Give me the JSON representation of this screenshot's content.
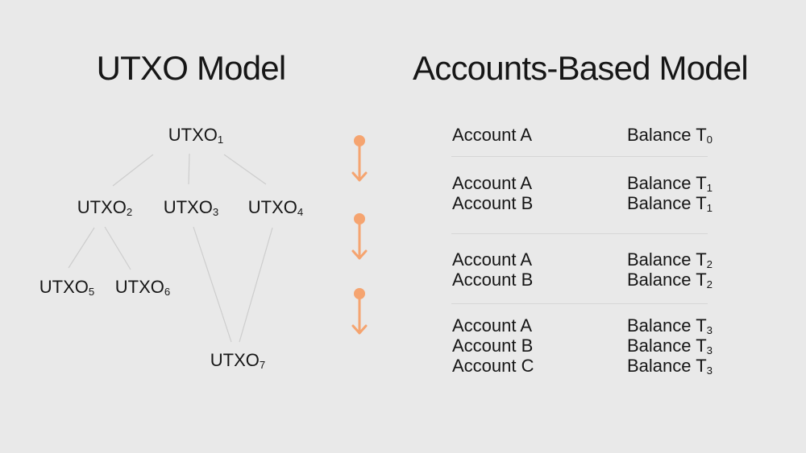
{
  "colors": {
    "background": "#E9E9E9",
    "text": "#161616",
    "tree_line": "#CDCDCD",
    "divider": "#D6D6D6",
    "accent_orange": "#F5A470"
  },
  "left_panel": {
    "title": "UTXO Model",
    "nodes": [
      {
        "base": "UTXO",
        "sub": "1"
      },
      {
        "base": "UTXO",
        "sub": "2"
      },
      {
        "base": "UTXO",
        "sub": "3"
      },
      {
        "base": "UTXO",
        "sub": "4"
      },
      {
        "base": "UTXO",
        "sub": "5"
      },
      {
        "base": "UTXO",
        "sub": "6"
      },
      {
        "base": "UTXO",
        "sub": "7"
      }
    ]
  },
  "timeline": {
    "icon": "arrow-down",
    "count": 3
  },
  "right_panel": {
    "title": "Accounts-Based Model",
    "groups": [
      {
        "rows": [
          {
            "account": "Account A",
            "balance_base": "Balance T",
            "balance_sub": "0"
          }
        ]
      },
      {
        "rows": [
          {
            "account": "Account A",
            "balance_base": "Balance T",
            "balance_sub": "1"
          },
          {
            "account": "Account B",
            "balance_base": "Balance T",
            "balance_sub": "1"
          }
        ]
      },
      {
        "rows": [
          {
            "account": "Account A",
            "balance_base": "Balance T",
            "balance_sub": "2"
          },
          {
            "account": "Account B",
            "balance_base": "Balance T",
            "balance_sub": "2"
          }
        ]
      },
      {
        "rows": [
          {
            "account": "Account A",
            "balance_base": "Balance T",
            "balance_sub": "3"
          },
          {
            "account": "Account B",
            "balance_base": "Balance T",
            "balance_sub": "3"
          },
          {
            "account": "Account C",
            "balance_base": "Balance T",
            "balance_sub": "3"
          }
        ]
      }
    ]
  }
}
